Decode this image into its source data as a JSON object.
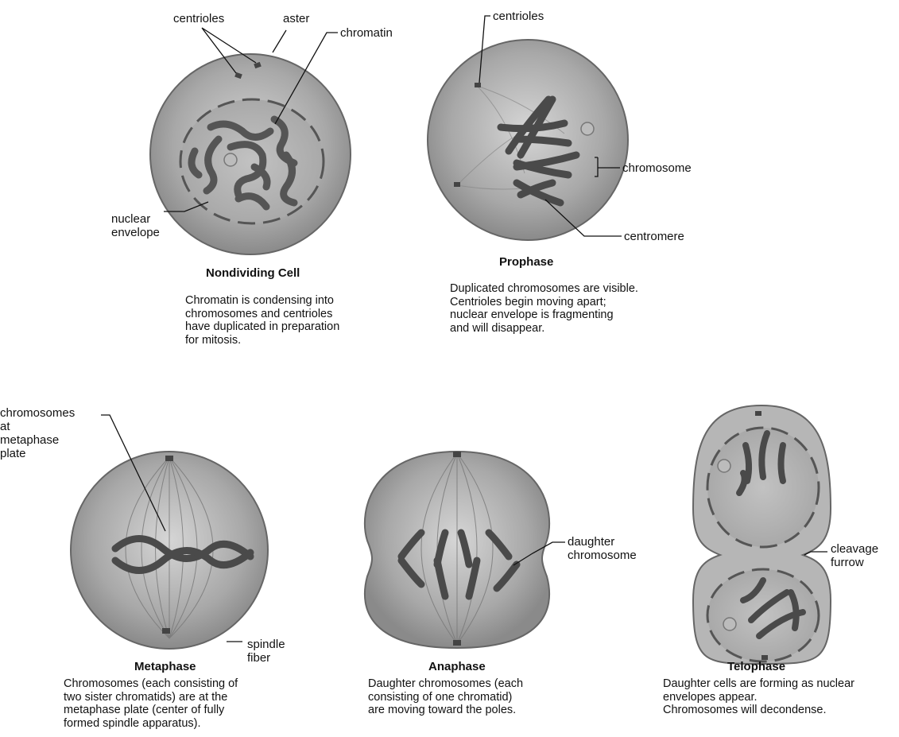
{
  "panels": {
    "nondividing": {
      "title": "Nondividing Cell",
      "description": "Chromatin is condensing into\nchromosomes and centrioles\nhave duplicated in preparation\nfor mitosis.",
      "labels": {
        "centrioles": "centrioles",
        "aster": "aster",
        "chromatin": "chromatin",
        "nuclear_envelope": "nuclear\nenvelope"
      }
    },
    "prophase": {
      "title": "Prophase",
      "description": "Duplicated chromosomes are visible.\nCentrioles begin moving apart;\nnuclear envelope is fragmenting\nand will disappear.",
      "labels": {
        "centrioles": "centrioles",
        "chromosome": "chromosome",
        "centromere": "centromere"
      }
    },
    "metaphase": {
      "title": "Metaphase",
      "description": "Chromosomes (each consisting of\ntwo sister chromatids) are at the\nmetaphase plate (center of fully\nformed spindle apparatus).",
      "labels": {
        "chromosomes_at_plate": "chromosomes\nat\nmetaphase\nplate",
        "spindle_fiber": "spindle\nfiber"
      }
    },
    "anaphase": {
      "title": "Anaphase",
      "description": "Daughter chromosomes (each\nconsisting of one chromatid)\nare moving toward the poles.",
      "labels": {
        "daughter_chromosome": "daughter\nchromosome"
      }
    },
    "telophase": {
      "title": "Telophase",
      "description": "Daughter cells are forming as nuclear\nenvelopes appear.\nChromosomes will decondense.",
      "labels": {
        "cleavage_furrow": "cleavage\nfurrow"
      }
    }
  },
  "colors": {
    "cell_fill": "#9a9a9a",
    "cell_edge": "#6a6a6a",
    "chromosome": "#4a4a4a",
    "line": "#111111"
  }
}
